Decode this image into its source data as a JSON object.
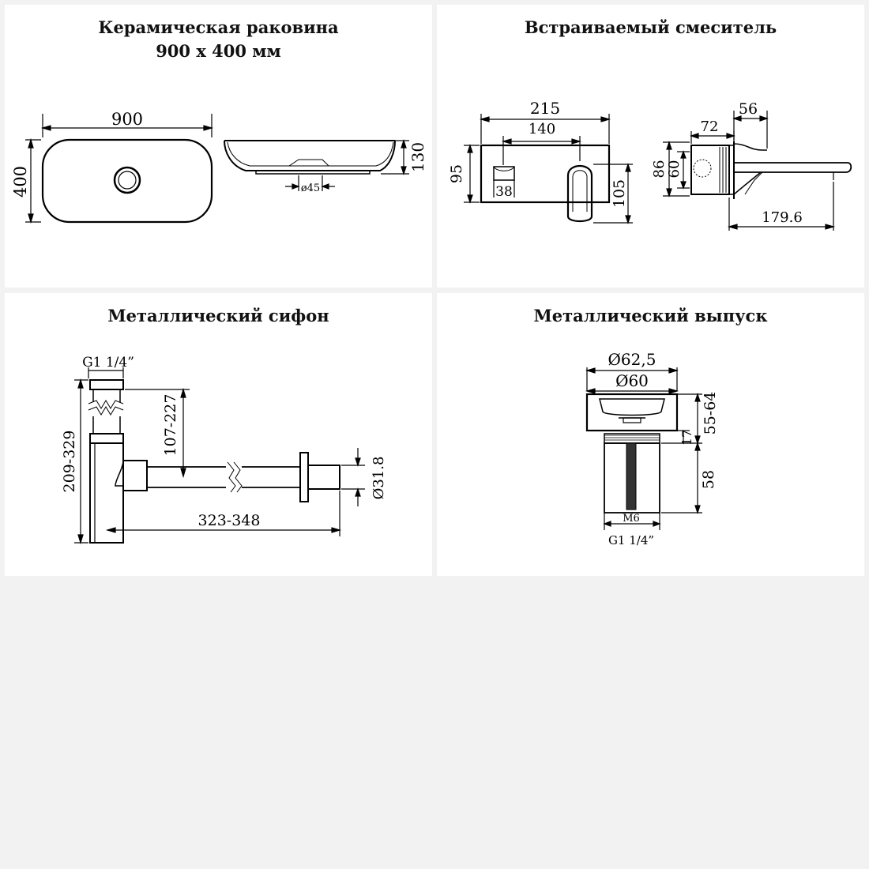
{
  "panels": [
    {
      "title_line1": "Керамическая раковина",
      "title_line2": "900 х 400 мм",
      "dims": {
        "width": "900",
        "depth": "400",
        "height": "130",
        "drain": "ø45"
      }
    },
    {
      "title": "Встраиваемый смеситель",
      "dims": {
        "plate_width": "215",
        "inner_width": "140",
        "plate_height": "95",
        "lever_height": "105",
        "slot": "38",
        "depth": "56",
        "body": "72",
        "total_height": "86",
        "inner_height": "60",
        "spout_length": "179.6"
      }
    },
    {
      "title": "Металлический сифон",
      "dims": {
        "thread": "G1 1/4”",
        "height_range": "209-329",
        "drop_range": "107-227",
        "length_range": "323-348",
        "pipe_dia": "Ø31.8"
      }
    },
    {
      "title": "Металлический выпуск",
      "dims": {
        "outer_dia": "Ø62,5",
        "inner_dia": "Ø60",
        "height_range": "55-64",
        "cap_height": "17",
        "body_height": "58",
        "screw": "M6",
        "thread": "G1 1/4”"
      }
    }
  ]
}
